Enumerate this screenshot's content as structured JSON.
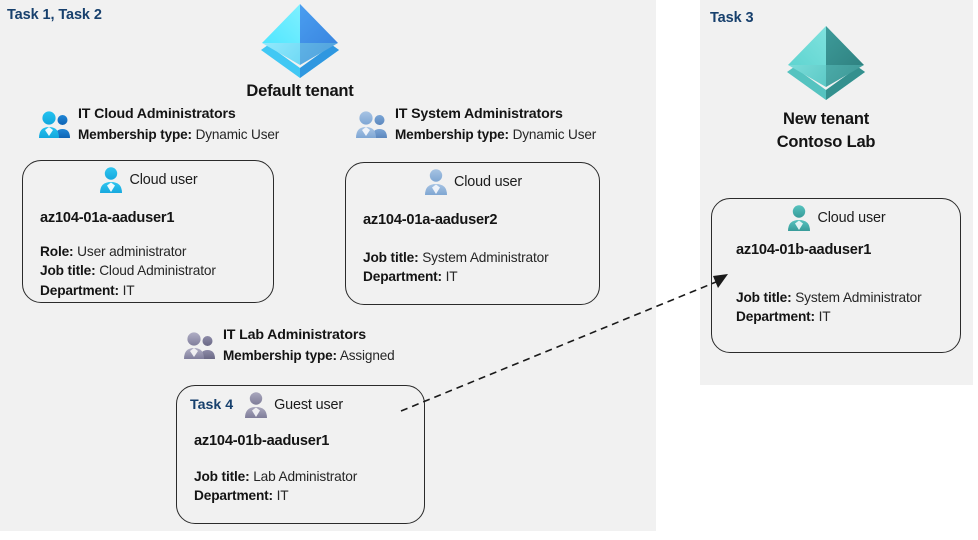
{
  "colors": {
    "panel_bg": "#f1f1f1",
    "page_bg": "#ffffff",
    "task_blue": "#17406d",
    "card_border": "#2b2b2b",
    "tenant_default_icon": "#31b4f2",
    "tenant_new_icon": "#49b8b3",
    "group_cloud_icon": "#19b6ef",
    "group_system_icon": "#8aaed6",
    "group_lab_icon": "#8d8ba8",
    "user_cloud_icon": "#31b4f2",
    "user_system_icon": "#92b3d8",
    "user_guest_icon": "#8e8ca6",
    "user_newtenant_icon": "#46b5b0"
  },
  "left_panel": {
    "task_label": "Task 1, Task 2",
    "tenant": {
      "icon": "azure-tenant-icon",
      "name": "Default tenant"
    },
    "groups": [
      {
        "icon": "group-users-icon",
        "title": "IT Cloud Administrators",
        "sub_label": "Membership type:",
        "sub_value": "Dynamic User",
        "card": {
          "head_icon": "cloud-user-icon",
          "head_label": "Cloud user",
          "name": "az104-01a-aaduser1",
          "props": [
            {
              "label": "Role:",
              "value": "User administrator"
            },
            {
              "label": "Job title:",
              "value": "Cloud Administrator"
            },
            {
              "label": "Department:",
              "value": "IT"
            }
          ]
        }
      },
      {
        "icon": "group-users-icon",
        "title": "IT System Administrators",
        "sub_label": "Membership type:",
        "sub_value": "Dynamic User",
        "card": {
          "head_icon": "cloud-user-icon",
          "head_label": "Cloud user",
          "name": "az104-01a-aaduser2",
          "props": [
            {
              "label": "Job title:",
              "value": "System Administrator"
            },
            {
              "label": "Department:",
              "value": "IT"
            }
          ]
        }
      },
      {
        "icon": "group-users-icon",
        "title": "IT Lab Administrators",
        "sub_label": "Membership type:",
        "sub_value": "Assigned",
        "card": {
          "task_inline": "Task 4",
          "head_icon": "guest-user-icon",
          "head_label": "Guest user",
          "name": "az104-01b-aaduser1",
          "props": [
            {
              "label": "Job title:",
              "value": "Lab Administrator"
            },
            {
              "label": "Department:",
              "value": "IT"
            }
          ]
        }
      }
    ]
  },
  "right_panel": {
    "task_label": "Task 3",
    "tenant": {
      "icon": "azure-tenant-icon",
      "name_line1": "New  tenant",
      "name_line2": "Contoso Lab"
    },
    "card": {
      "head_icon": "cloud-user-icon",
      "head_label": "Cloud user",
      "name": "az104-01b-aaduser1",
      "props": [
        {
          "label": "Job title:",
          "value": "System Administrator"
        },
        {
          "label": "Department:",
          "value": "IT"
        }
      ]
    }
  },
  "connector": {
    "name": "guest-invite-arrow",
    "style": "dashed-arrow"
  }
}
